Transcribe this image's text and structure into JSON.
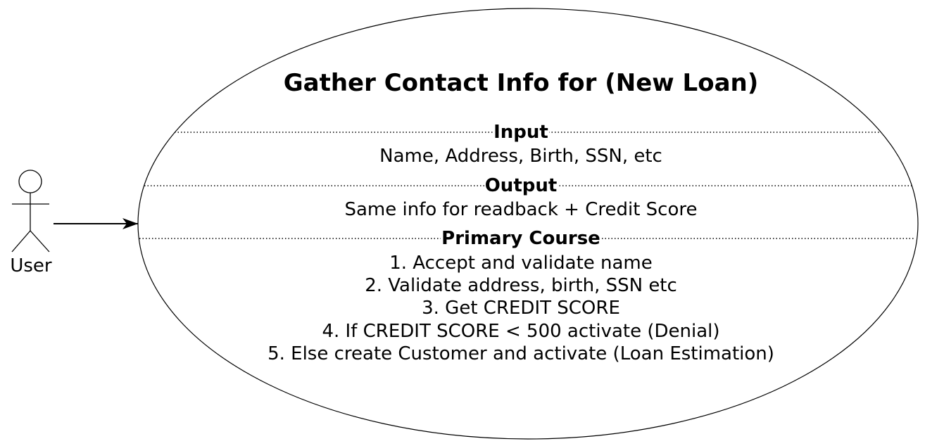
{
  "actor": {
    "label": "User"
  },
  "usecase": {
    "title": "Gather Contact Info for (New Loan)",
    "sections": [
      {
        "header": "Input",
        "lines": [
          "Name, Address, Birth, SSN, etc"
        ]
      },
      {
        "header": "Output",
        "lines": [
          "Same info for readback + Credit Score"
        ]
      },
      {
        "header": "Primary Course",
        "lines": [
          "1. Accept and validate name",
          "2. Validate address, birth, SSN etc",
          "3. Get CREDIT SCORE",
          "4. If CREDIT SCORE < 500 activate (Denial)",
          "5. Else create Customer and activate (Loan Estimation)"
        ]
      }
    ]
  }
}
